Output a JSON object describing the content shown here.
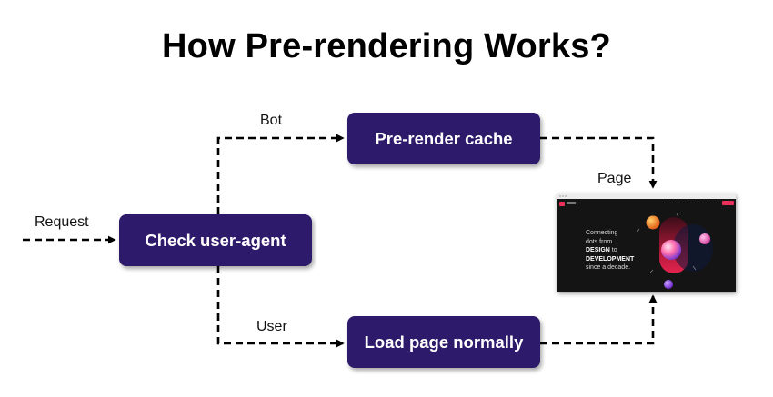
{
  "title": "How Pre-rendering Works?",
  "nodes": {
    "check": "Check user-agent",
    "cache": "Pre-render cache",
    "load": "Load page normally"
  },
  "edge_labels": {
    "request": "Request",
    "bot": "Bot",
    "user": "User",
    "page": "Page"
  },
  "screenshot": {
    "line1": "Connecting",
    "line2": "dots from",
    "emph1": "DESIGN",
    "to": " to",
    "emph2": "DEVELOPMENT",
    "line5": "since a decade."
  },
  "colors": {
    "node_bg": "#2e1a6b",
    "node_text": "#ffffff",
    "edge": "#000000",
    "screenshot_bg": "#141414",
    "screenshot_accent": "#e8315a"
  }
}
